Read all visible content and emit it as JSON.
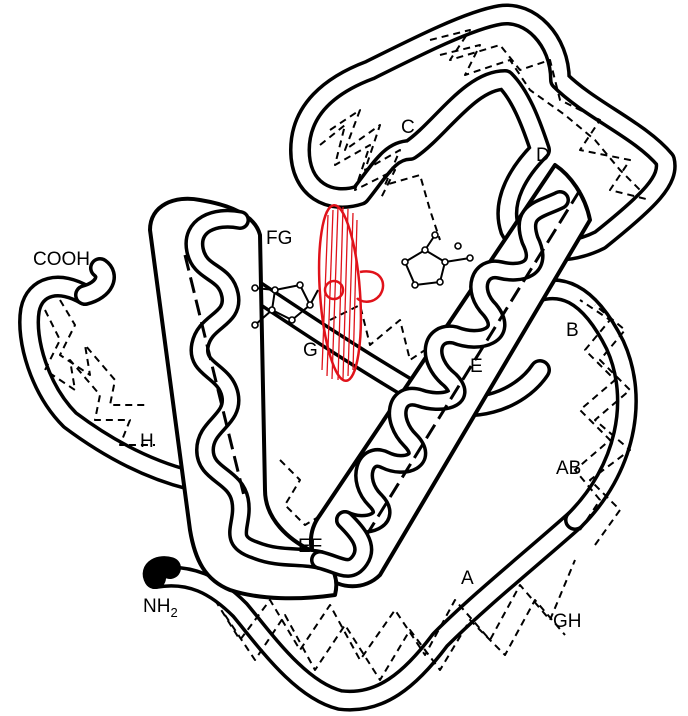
{
  "labels": {
    "cooh": "COOH",
    "nh2_base": "NH",
    "nh2_sub": "2",
    "a": "A",
    "ab": "AB",
    "b": "B",
    "c": "C",
    "d": "D",
    "e": "E",
    "ef": "EF",
    "fg": "FG",
    "g": "G",
    "gh": "GH",
    "h": "H"
  },
  "colors": {
    "outline": "#000000",
    "background": "#ffffff",
    "heme": "#e0121a"
  }
}
